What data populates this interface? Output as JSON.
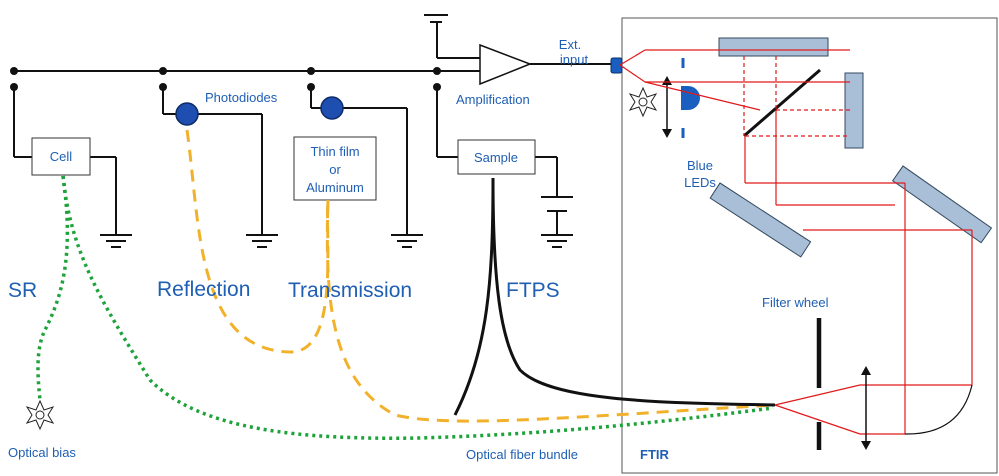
{
  "labels": {
    "ext_input_line1": "Ext.",
    "ext_input_line2": "input",
    "amplification": "Amplification",
    "photodiodes": "Photodiodes",
    "cell": "Cell",
    "thin_film_line1": "Thin film",
    "thin_film_line2": "or",
    "thin_film_line3": "Aluminum",
    "sample": "Sample",
    "blue_leds_line1": "Blue",
    "blue_leds_line2": "LEDs",
    "sr": "SR",
    "reflection": "Reflection",
    "transmission": "Transmission",
    "ftps": "FTPS",
    "filter_wheel": "Filter wheel",
    "optical_bias": "Optical bias",
    "optical_fiber_bundle": "Optical fiber bundle",
    "ftir": "FTIR"
  },
  "colors": {
    "label_blue": "#1f5fb3",
    "wire": "#111111",
    "beam_red": "#e01b1b",
    "fiber_yellow": "#f2b12b",
    "fiber_green": "#1ea33a",
    "photodiode_blue": "#1e4fb0",
    "mirror_fill": "#a9bfd8"
  }
}
